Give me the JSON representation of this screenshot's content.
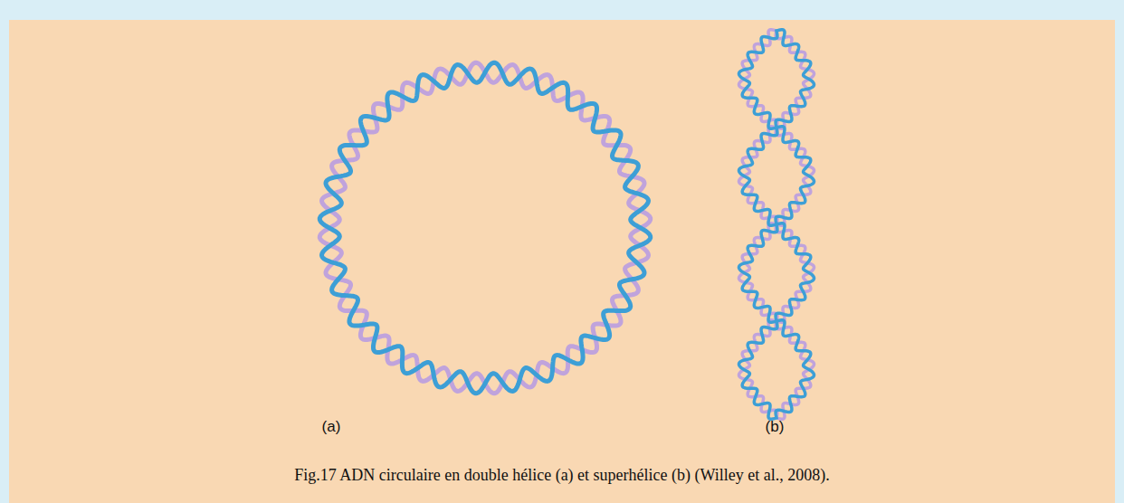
{
  "diagram": {
    "caption": "Fig.17 ADN circulaire en double hélice (a) et superhélice (b) (Willey et al., 2008).",
    "labels": [
      "(a)",
      "(b)"
    ]
  }
}
